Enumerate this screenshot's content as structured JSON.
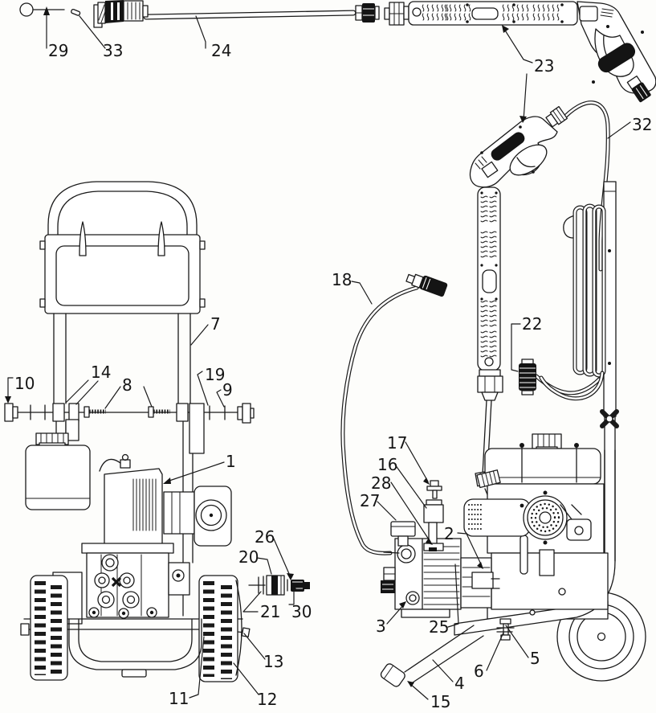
{
  "diagram": {
    "paper_color": "#fdfdfb",
    "ink_color": "#1a1a1a",
    "callouts": [
      {
        "label": "29"
      },
      {
        "label": "33"
      },
      {
        "label": "24"
      },
      {
        "label": "23"
      },
      {
        "label": "32"
      },
      {
        "label": "18"
      },
      {
        "label": "22"
      },
      {
        "label": "7"
      },
      {
        "label": "10"
      },
      {
        "label": "14"
      },
      {
        "label": "8"
      },
      {
        "label": "19"
      },
      {
        "label": "9"
      },
      {
        "label": "1"
      },
      {
        "label": "26"
      },
      {
        "label": "20"
      },
      {
        "label": "21"
      },
      {
        "label": "30"
      },
      {
        "label": "13"
      },
      {
        "label": "11"
      },
      {
        "label": "12"
      },
      {
        "label": "17"
      },
      {
        "label": "16"
      },
      {
        "label": "28"
      },
      {
        "label": "27"
      },
      {
        "label": "2"
      },
      {
        "label": "3"
      },
      {
        "label": "25"
      },
      {
        "label": "5"
      },
      {
        "label": "6"
      },
      {
        "label": "4"
      },
      {
        "label": "15"
      }
    ]
  }
}
